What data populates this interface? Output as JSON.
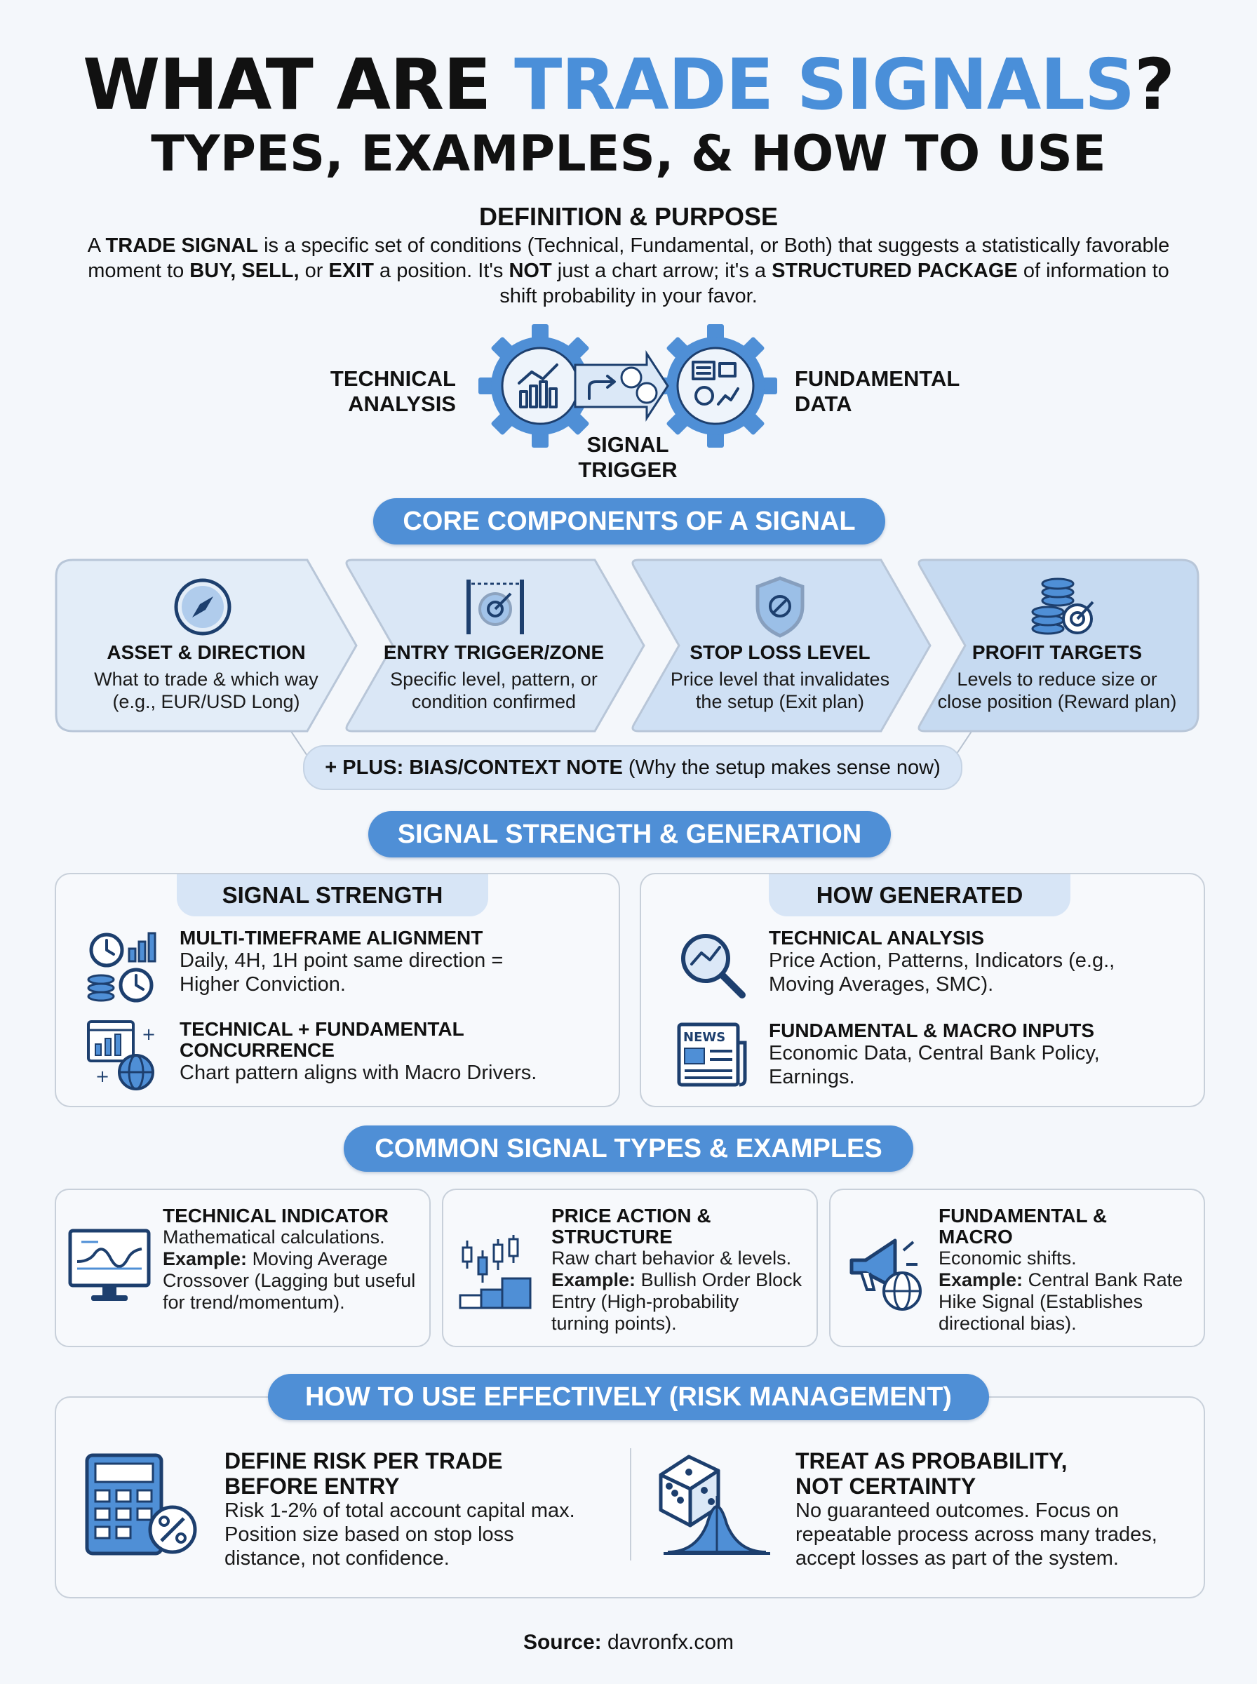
{
  "title": {
    "part1": "WHAT ARE ",
    "highlight": "TRADE SIGNALS",
    "part2": "?",
    "subtitle": "TYPES, EXAMPLES, & HOW TO USE"
  },
  "definition": {
    "heading": "DEFINITION & PURPOSE",
    "t1": "A ",
    "b1": "TRADE SIGNAL",
    "t2": " is a specific set of conditions (Technical, Fundamental, or Both) that suggests a statistically favorable moment to ",
    "b2": "BUY, SELL,",
    "t3": " or ",
    "b3": "EXIT",
    "t4": " a position. It's ",
    "b4": "NOT",
    "t5": " just a chart arrow; it's a ",
    "b5": "STRUCTURED PACKAGE",
    "t6": " of information to shift probability in your favor."
  },
  "gears": {
    "left_l1": "TECHNICAL",
    "left_l2": "ANALYSIS",
    "right_l1": "FUNDAMENTAL",
    "right_l2": "DATA",
    "bottom_l1": "SIGNAL",
    "bottom_l2": "TRIGGER"
  },
  "core": {
    "heading": "CORE COMPONENTS OF A SIGNAL",
    "items": [
      {
        "title": "ASSET & DIRECTION",
        "l1": "What to trade & which way",
        "l2": "(e.g., EUR/USD Long)"
      },
      {
        "title": "ENTRY TRIGGER/ZONE",
        "l1": "Specific level, pattern, or",
        "l2": "condition confirmed"
      },
      {
        "title": "STOP LOSS LEVEL",
        "l1": "Price level that invalidates",
        "l2": "the setup (Exit plan)"
      },
      {
        "title": "PROFIT TARGETS",
        "l1": "Levels to reduce size or",
        "l2": "close position (Reward plan)"
      }
    ],
    "plus_bold": "+ PLUS: BIAS/CONTEXT NOTE",
    "plus_rest": " (Why the setup makes sense now)"
  },
  "strength": {
    "heading": "SIGNAL STRENGTH & GENERATION",
    "left_tab": "SIGNAL STRENGTH",
    "left_items": [
      {
        "title": "MULTI-TIMEFRAME ALIGNMENT",
        "l1": "Daily, 4H, 1H point same direction =",
        "l2": "Higher Conviction."
      },
      {
        "title": "TECHNICAL + FUNDAMENTAL",
        "title2": "CONCURRENCE",
        "l1": "Chart pattern aligns with Macro Drivers."
      }
    ],
    "right_tab": "HOW GENERATED",
    "right_items": [
      {
        "title": "TECHNICAL ANALYSIS",
        "l1": "Price Action, Patterns, Indicators (e.g.,",
        "l2": "Moving Averages, SMC)."
      },
      {
        "title": "FUNDAMENTAL & MACRO INPUTS",
        "l1": "Economic Data, Central Bank Policy,",
        "l2": "Earnings."
      }
    ],
    "news_label": "NEWS"
  },
  "types": {
    "heading": "COMMON SIGNAL TYPES & EXAMPLES",
    "example_label": "Example:",
    "cards": [
      {
        "t1": "TECHNICAL INDICATOR",
        "t2": "",
        "desc": "Mathematical calculations.",
        "ex1": " Moving Average",
        "ex2": "Crossover (Lagging but useful",
        "ex3": "for trend/momentum)."
      },
      {
        "t1": "PRICE ACTION &",
        "t2": "STRUCTURE",
        "desc": "Raw chart behavior & levels.",
        "ex1": " Bullish Order Block",
        "ex2": "Entry (High-probability",
        "ex3": "turning points)."
      },
      {
        "t1": "FUNDAMENTAL &",
        "t2": "MACRO",
        "desc": "Economic shifts.",
        "ex1": " Central Bank Rate",
        "ex2": "Hike Signal (Establishes",
        "ex3": "directional bias)."
      }
    ]
  },
  "risk": {
    "heading": "HOW TO USE EFFECTIVELY (RISK MANAGEMENT)",
    "left_t1": "DEFINE RISK PER TRADE",
    "left_t2": "BEFORE ENTRY",
    "left_l1": "Risk 1-2% of total account capital max.",
    "left_l2": "Position size based on stop loss",
    "left_l3": "distance, not confidence.",
    "right_t1": "TREAT AS PROBABILITY,",
    "right_t2": "NOT CERTAINTY",
    "right_l1": "No guaranteed outcomes. Focus on",
    "right_l2": "repeatable process across many trades,",
    "right_l3": "accept losses as part of the system."
  },
  "source": {
    "label": "Source:",
    "value": " davronfx.com"
  },
  "colors": {
    "accent": "#4a8fd9",
    "pill": "#4f8fd6",
    "tab": "#d7e5f6",
    "icon": "#1d3f6e"
  }
}
